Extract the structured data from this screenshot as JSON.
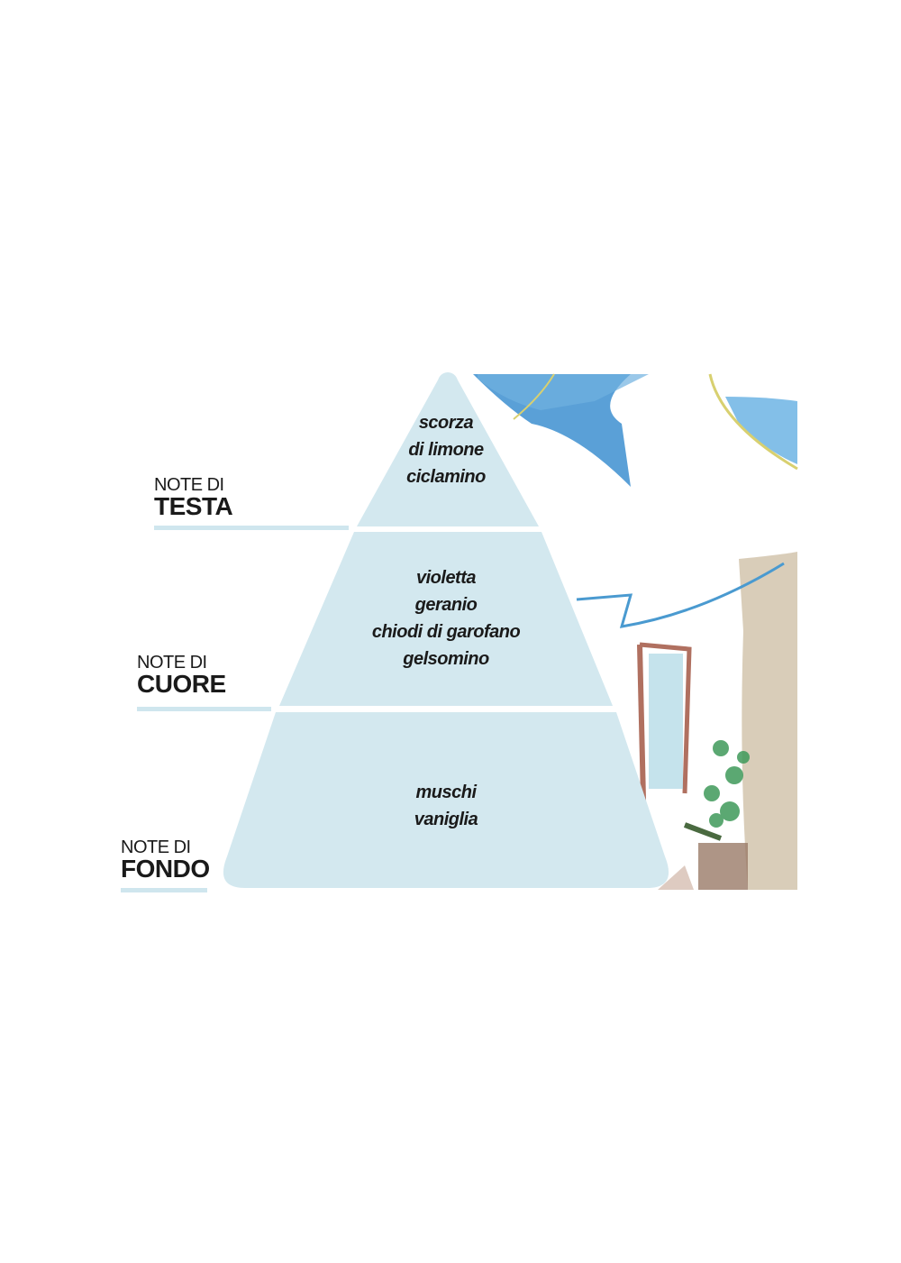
{
  "colors": {
    "pyramid": "#d3e8ef",
    "underline": "#cfe6ee",
    "watercolor_blue": "#3d8fd0",
    "text": "#1a1a1a"
  },
  "levels": [
    {
      "prefix": "NOTE DI",
      "name": "TESTA",
      "notes": [
        "scorza",
        "di limone",
        "ciclamino"
      ]
    },
    {
      "prefix": "NOTE DI",
      "name": "CUORE",
      "notes": [
        "violetta",
        "geranio",
        "chiodi di garofano",
        "gelsomino"
      ]
    },
    {
      "prefix": "NOTE DI",
      "name": "FONDO",
      "notes": [
        "muschi",
        "vaniglia"
      ]
    }
  ]
}
